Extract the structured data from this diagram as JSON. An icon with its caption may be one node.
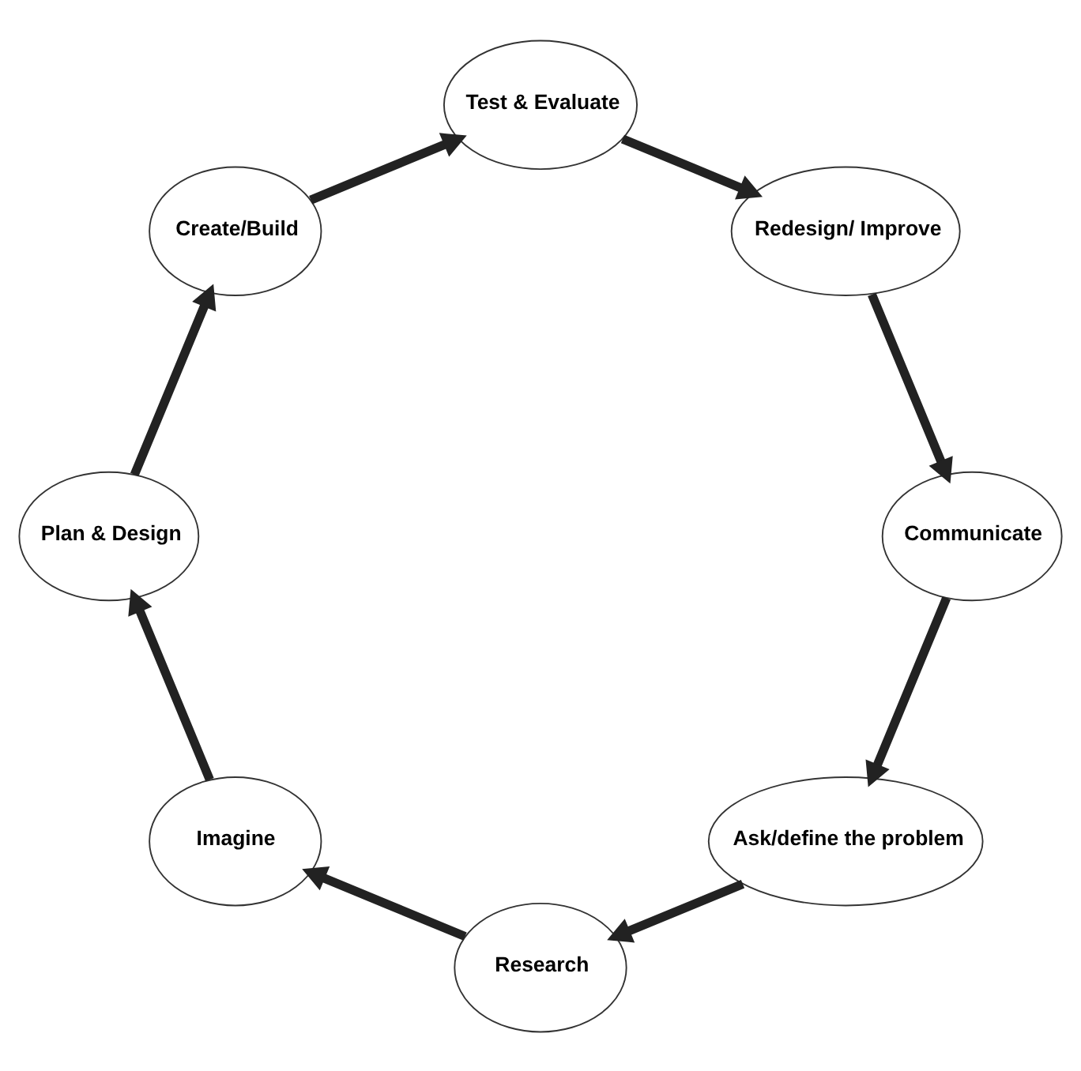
{
  "diagram": {
    "nodes": [
      {
        "text": [
          "Ask/define the problem"
        ]
      },
      {
        "text": [
          "Research"
        ]
      },
      {
        "text": [
          "Imagine"
        ]
      },
      {
        "text": [
          "Plan & Design"
        ]
      },
      {
        "text": [
          "Create/Build"
        ]
      },
      {
        "text": [
          "Test & Evaluate"
        ]
      },
      {
        "text": [
          "Redesign/ Improve"
        ]
      },
      {
        "text": [
          "Communicate"
        ]
      }
    ],
    "edges": [
      {
        "from": 0,
        "to": 1,
        "arrow": "to"
      },
      {
        "from": 1,
        "to": 2,
        "arrow": "to"
      },
      {
        "from": 2,
        "to": 3,
        "arrow": "to"
      },
      {
        "from": 3,
        "to": 4,
        "arrow": "to"
      },
      {
        "from": 4,
        "to": 5,
        "arrow": "to"
      },
      {
        "from": 5,
        "to": 6,
        "arrow": "to"
      },
      {
        "from": 6,
        "to": 7,
        "arrow": "to"
      },
      {
        "from": 7,
        "to": 0,
        "arrow": "to"
      }
    ]
  }
}
